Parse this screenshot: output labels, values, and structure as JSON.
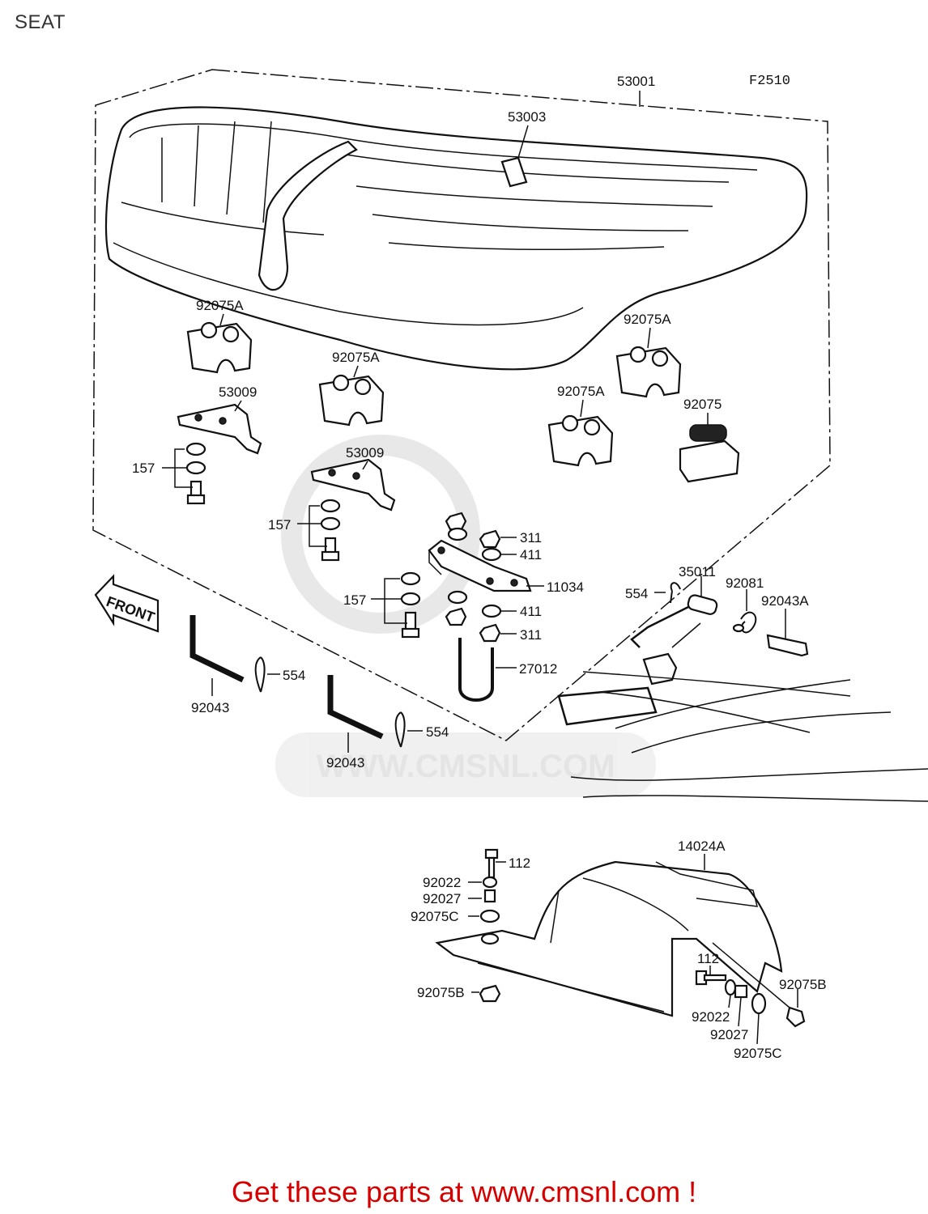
{
  "title": "SEAT",
  "figure_code": "F2510",
  "front_label": "FRONT",
  "watermark": "WWW.CMSNL.COM",
  "footer": "Get these parts at www.cmsnl.com !",
  "callouts": {
    "seat": "53001",
    "seat_hook": "53003",
    "damper_left": "92075A",
    "damper_center": "92075A",
    "damper_right_top": "92075A",
    "damper_right_mid": "92075A",
    "damper_small": "92075",
    "bracket_left": "53009",
    "bracket_center": "53009",
    "bolt_set_1": "157",
    "bolt_set_2": "157",
    "bolt_set_3": "157",
    "nut_top": "311",
    "washer_top": "411",
    "plate": "11034",
    "washer_bottom": "411",
    "nut_bottom": "311",
    "u_bolt": "27012",
    "hinge_shaft": "35011",
    "clip_hinge": "554",
    "spring": "92081",
    "pin": "92043A",
    "rod_left": "92043",
    "clip_left": "554",
    "rod_center": "92043",
    "clip_center": "554",
    "cover": "14024A",
    "bolt_upper": "112",
    "washer_upper": "92022",
    "collar_upper": "92027",
    "damper_upper": "92075C",
    "damper_b_left": "92075B",
    "bolt_lower": "112",
    "washer_lower": "92022",
    "collar_lower": "92027",
    "damper_lower": "92075C",
    "damper_b_right": "92075B"
  }
}
